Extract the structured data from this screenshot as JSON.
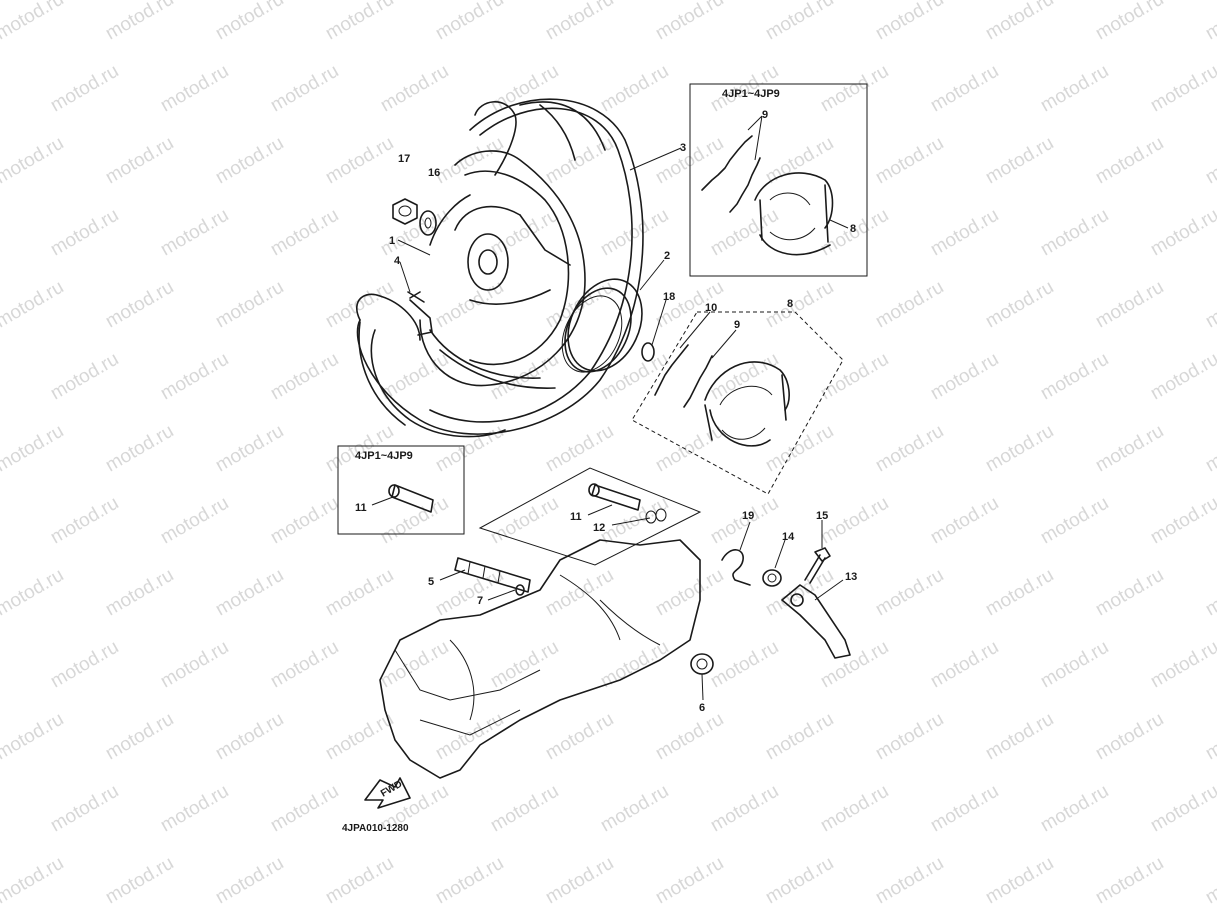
{
  "watermark": {
    "text": "motod.ru"
  },
  "diagram_code": "4JPA010-1280",
  "fwd_label": "FWD",
  "boxes": {
    "top_right": {
      "title": "4JP1~4JP9"
    },
    "left": {
      "title": "4JP1~4JP9"
    }
  },
  "labels": {
    "p1": "1",
    "p2": "2",
    "p3": "3",
    "p4": "4",
    "p5": "5",
    "p6": "6",
    "p7": "7",
    "p8": "8",
    "p8b": "8",
    "p9": "9",
    "p9b": "9",
    "p10": "10",
    "p11": "11",
    "p11b": "11",
    "p12": "12",
    "p13": "13",
    "p14": "14",
    "p15": "15",
    "p16": "16",
    "p17": "17",
    "p18": "18",
    "p19": "19"
  }
}
